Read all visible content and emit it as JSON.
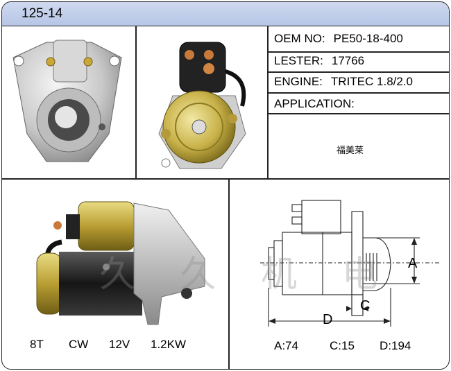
{
  "header": {
    "part_number": "125-14"
  },
  "specs": {
    "oem_label": "OEM NO:",
    "oem_value": "PE50-18-400",
    "lester_label": "LESTER:",
    "lester_value": "17766",
    "engine_label": "ENGINE:",
    "engine_value": "TRITEC  1.8/2.0",
    "application_label": "APPLICATION:"
  },
  "watermark": {
    "small_text": "福美莱",
    "large_text": "久 久 机 电"
  },
  "footer_left": {
    "teeth": "8T",
    "rotation": "CW",
    "voltage": "12V",
    "power": "1.2KW"
  },
  "footer_right": {
    "a": "A:74",
    "c": "C:15",
    "d": "D:194"
  },
  "diagram_labels": {
    "a": "A",
    "c": "C",
    "d": "D"
  }
}
